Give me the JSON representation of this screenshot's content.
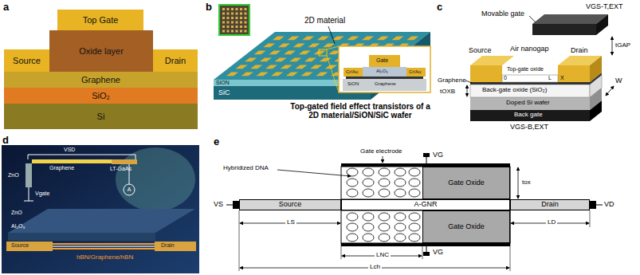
{
  "diagram": {
    "nodes": [
      {
        "text": [
          "Top Gate"
        ]
      },
      {
        "text": [
          "Oxide layer"
        ]
      },
      {
        "text": [
          "Source"
        ]
      },
      {
        "text": [
          "Drain"
        ]
      },
      {
        "text": [
          "Graphene"
        ]
      },
      {
        "text": [
          "SiO₂"
        ]
      },
      {
        "text": [
          "Si"
        ]
      },
      {
        "text": [
          "Source"
        ]
      },
      {
        "text": [
          "A-GNR"
        ]
      },
      {
        "text": [
          "Drain"
        ]
      },
      {
        "text": [
          "Gate Oxide"
        ]
      },
      {
        "text": [
          "Gate Oxide"
        ]
      }
    ],
    "labels": [
      "a",
      "b",
      "c",
      "d",
      "e",
      "2D material",
      "SiON",
      "SiC",
      "Gate",
      "Cr/Au",
      "Al₂O₃",
      "Cr/Au",
      "Graphene",
      "SiON",
      "Top-gated field effect transistors of a 2D material/SiON/SiC wafer",
      "Movable gate",
      "VGS-T,EXT",
      "tGAP",
      "Air nanogap",
      "Source",
      "Drain",
      "Top-gate oxide",
      "Graphene",
      "tOXB",
      "0",
      "L",
      "X",
      "W",
      "Back-gate oxide (SiO₂)",
      "Doped Si wafer",
      "Back gate",
      "VGS-B,EXT",
      "VSD",
      "Graphene",
      "ZnO",
      "Vgate",
      "LT-GaAs",
      "A",
      "ZnO",
      "Al₂O₃",
      "Source",
      "Drain",
      "hBN/Graphene/hBN",
      "Gate electrode",
      "VG",
      "Hybridized DNA",
      "VS",
      "VD",
      "tox",
      "LS",
      "LD",
      "LNC",
      "VG",
      "Lch"
    ]
  }
}
